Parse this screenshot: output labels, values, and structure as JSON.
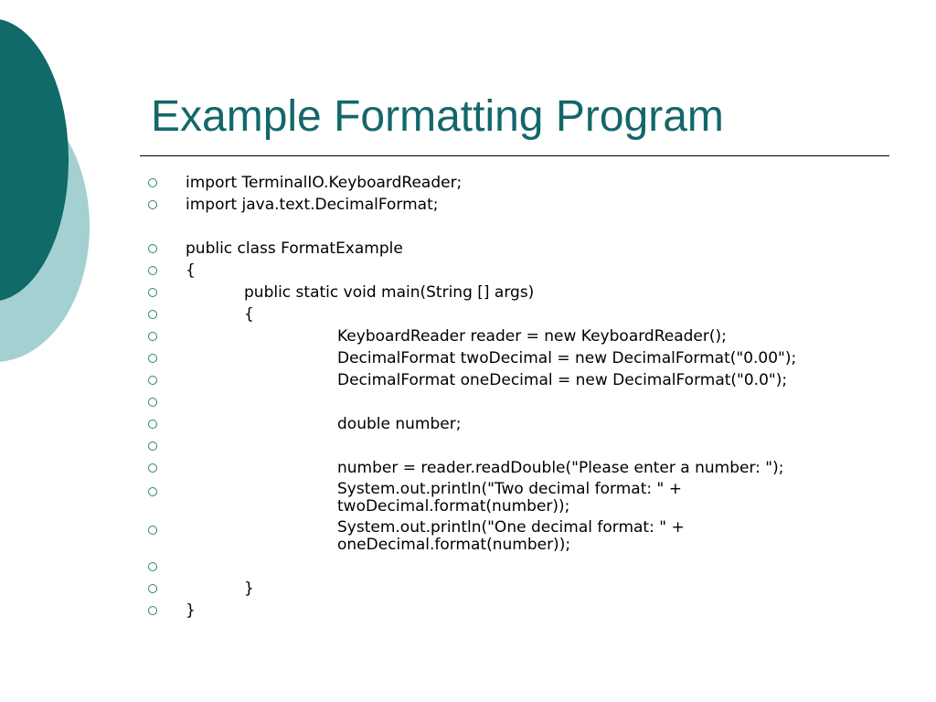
{
  "theme": {
    "title_color": "#13676a",
    "deco_dark": "#0f6a68",
    "deco_light": "#a3d0d1",
    "bullet_color": "#2f7e7b"
  },
  "slide": {
    "title": "Example Formatting Program"
  },
  "code_lines": [
    {
      "text": "import TerminalIO.KeyboardReader;",
      "indent": 0
    },
    {
      "text": "import java.text.DecimalFormat;",
      "indent": 0
    },
    {
      "text": "public class FormatExample",
      "indent": 0
    },
    {
      "text": "{",
      "indent": 0
    },
    {
      "text": "public static void main(String [] args)",
      "indent": 1
    },
    {
      "text": "{",
      "indent": 1
    },
    {
      "text": "KeyboardReader reader = new KeyboardReader();",
      "indent": 2
    },
    {
      "text": "DecimalFormat twoDecimal = new DecimalFormat(\"0.00\");",
      "indent": 2
    },
    {
      "text": "DecimalFormat oneDecimal = new DecimalFormat(\"0.0\");",
      "indent": 2
    },
    {
      "text": "",
      "indent": 2
    },
    {
      "text": "double number;",
      "indent": 2
    },
    {
      "text": "",
      "indent": 2
    },
    {
      "text": "number = reader.readDouble(\"Please enter a number: \");",
      "indent": 2
    },
    {
      "text": "System.out.println(\"Two decimal format: \" +",
      "cont": "twoDecimal.format(number));",
      "indent": 2
    },
    {
      "text": "System.out.println(\"One decimal format: \" +",
      "cont": "oneDecimal.format(number));",
      "indent": 2
    },
    {
      "text": "",
      "indent": 2
    },
    {
      "text": "}",
      "indent": 1
    },
    {
      "text": "}",
      "indent": 0
    }
  ]
}
